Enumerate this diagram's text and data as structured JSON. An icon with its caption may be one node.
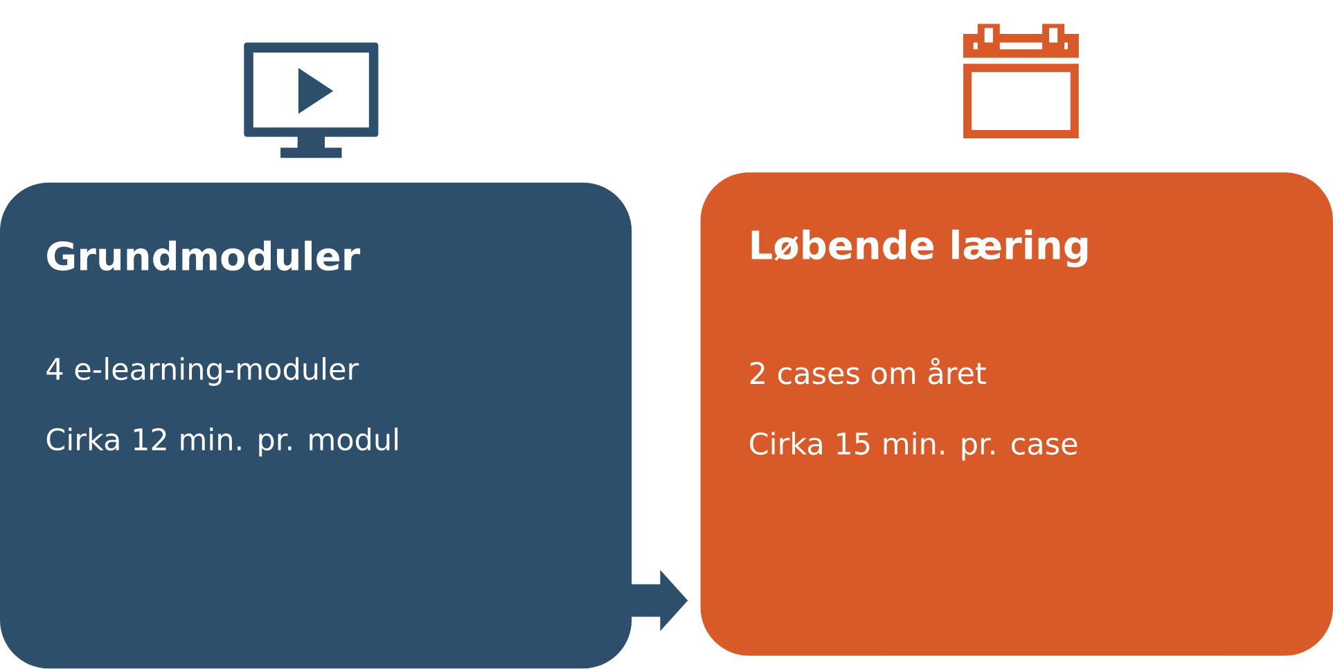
{
  "diagram": {
    "nodes": [
      {
        "text": [
          "Grundmoduler",
          "4 e-learning-moduler",
          "Cirka 12 min. pr. modul"
        ]
      },
      {
        "text": [
          "Løbende læring",
          "2 cases om året",
          "Cirka 15 min. pr. case"
        ]
      }
    ],
    "edges": [
      {
        "from": 0,
        "to": 1,
        "arrow": "to"
      }
    ]
  }
}
